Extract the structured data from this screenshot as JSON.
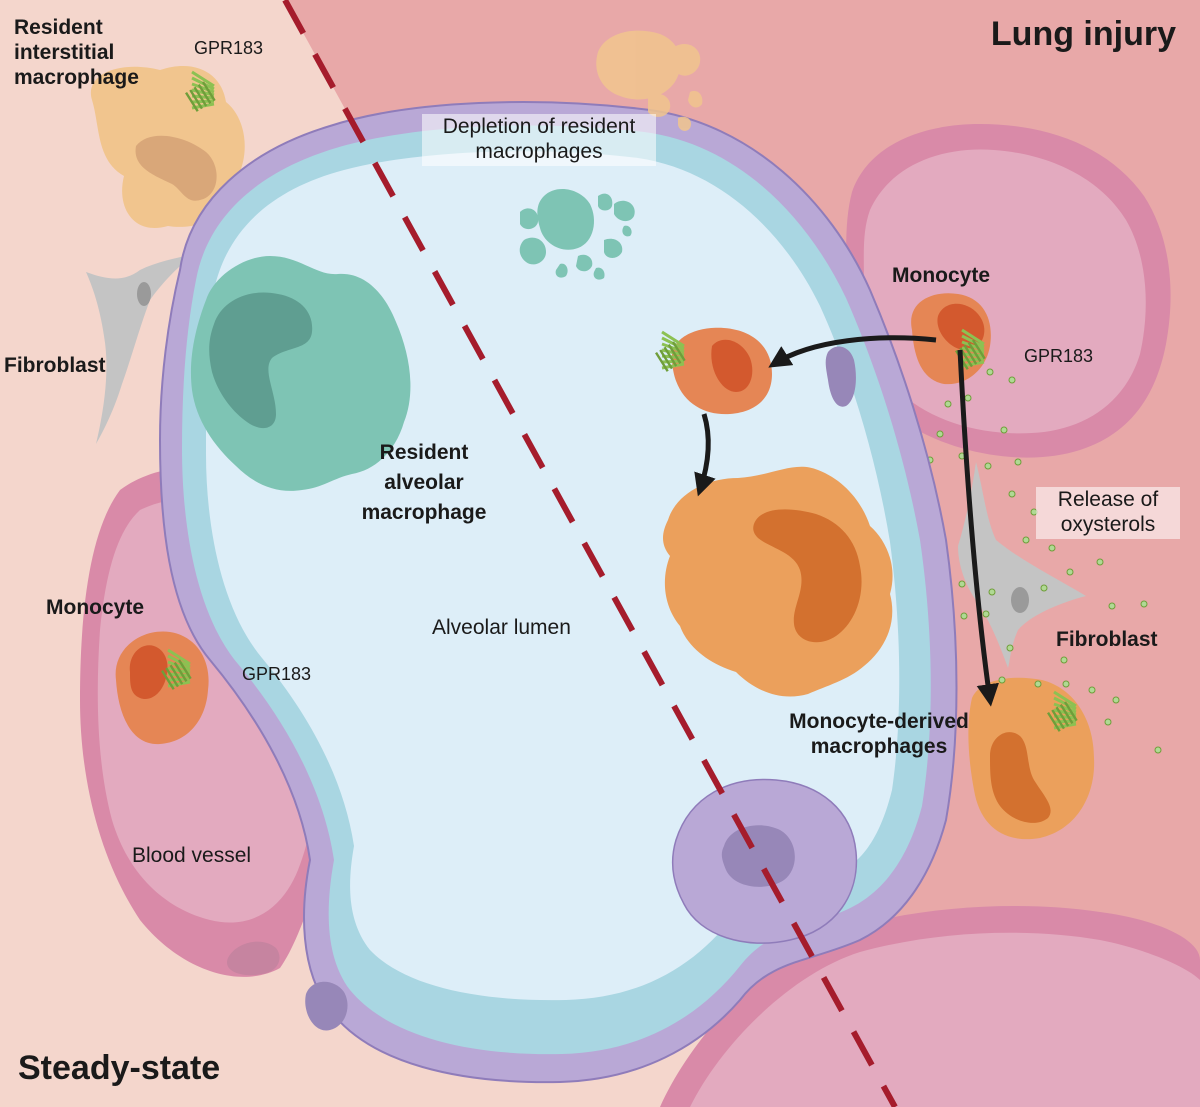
{
  "labels": {
    "lung_injury": "Lung injury",
    "steady_state": "Steady-state",
    "resident_interstitial_macrophage": "Resident interstitial macrophage",
    "gpr183_top": "GPR183",
    "depletion_of_resident_macrophages": "Depletion of resident macrophages",
    "fibroblast_left": "Fibroblast",
    "monocyte_right": "Monocyte",
    "gpr183_right": "GPR183",
    "resident_alveolar_macrophage": "Resident alveolar macrophage",
    "release_of_oxysterols": "Release of oxysterols",
    "monocyte_left": "Monocyte",
    "gpr183_left": "GPR183",
    "alveolar_lumen": "Alveolar lumen",
    "fibroblast_right": "Fibroblast",
    "monocyte_derived_macrophages": "Monocyte-derived macrophages",
    "blood_vessel": "Blood vessel"
  },
  "colors": {
    "steady_state_bg": "#f4d6cc",
    "injury_bg": "#e8a8a8",
    "divider": "#a51c2c",
    "alveolar_wall": "#b9a8d6",
    "alveolar_lining": "#a9d6e2",
    "lumen": "#ddeef8",
    "resident_alveolar_macrophage": "#7ec4b4",
    "monocyte": "#e58655",
    "monocyte_derived_macrophage": "#eba05c",
    "interstitial_macrophage": "#f1c58e",
    "receptor": "#8cc152",
    "blood_vessel": "#dc9cb4",
    "fibroblast": "#c4c4c4",
    "oxysterol": "#8cc152",
    "arrow": "#1a1a1a"
  }
}
